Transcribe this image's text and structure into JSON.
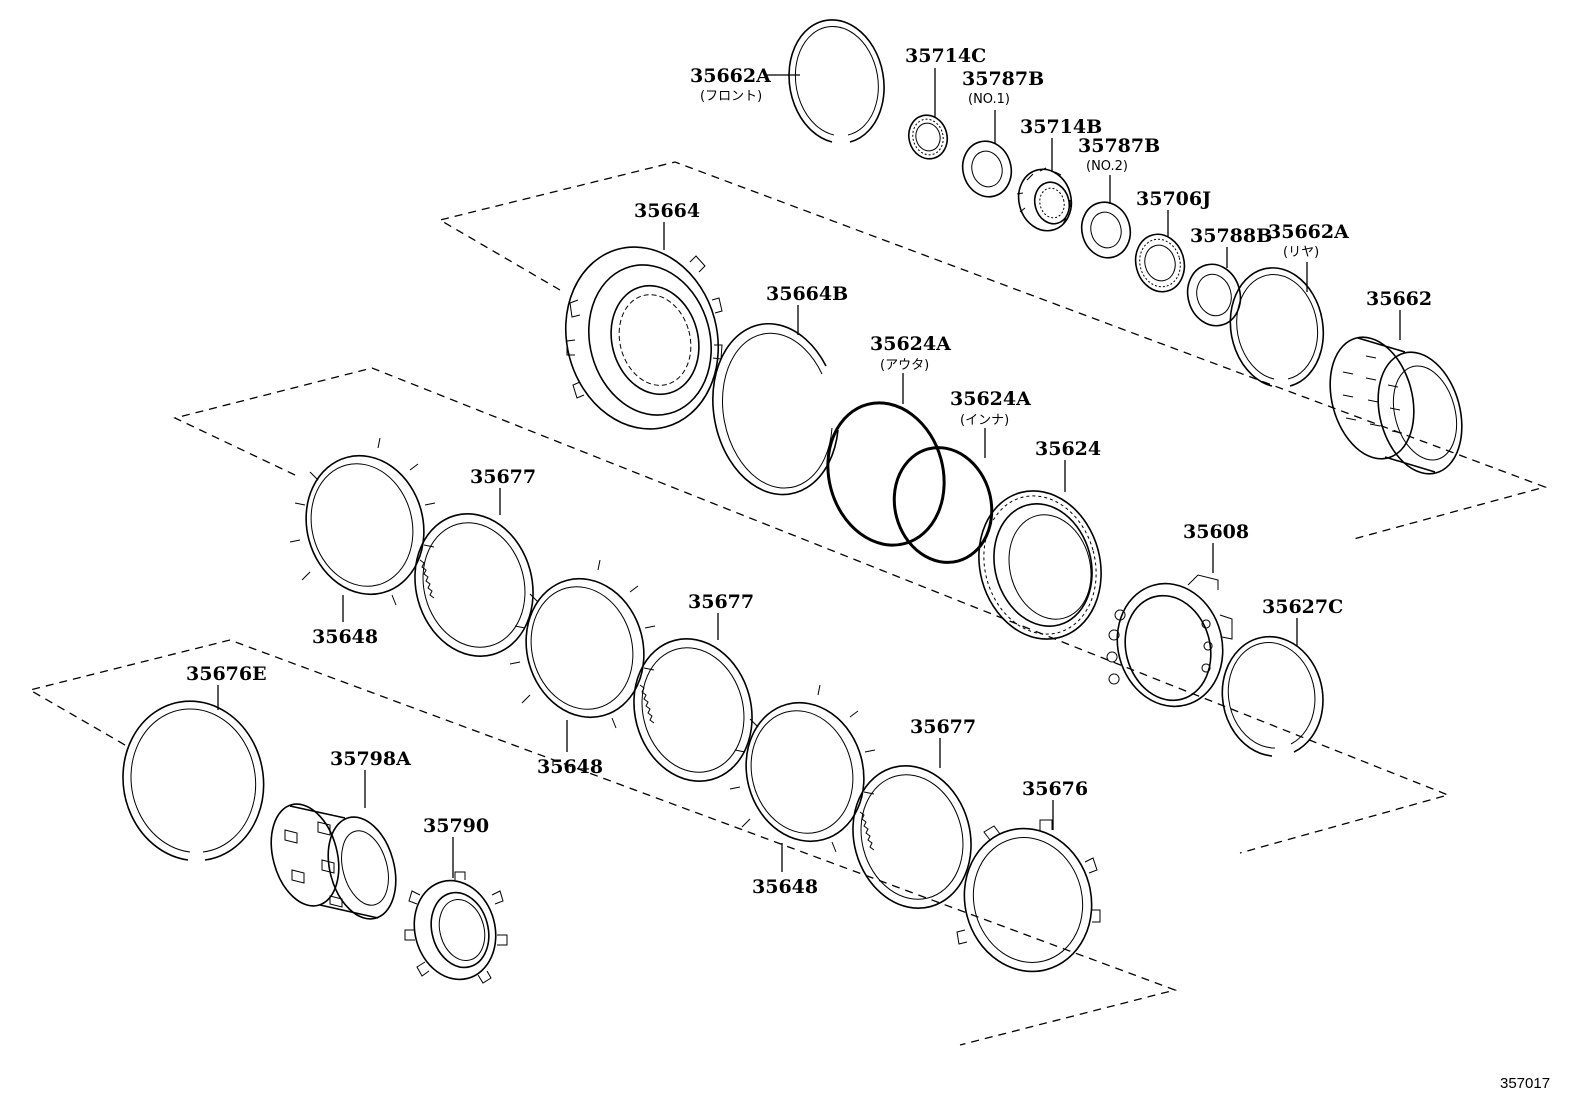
{
  "figure_number": "357017",
  "callouts": [
    {
      "id": "35662A-front",
      "number": "35662A",
      "sub": "(フロント)"
    },
    {
      "id": "35714C",
      "number": "35714C",
      "sub": ""
    },
    {
      "id": "35787B-no1",
      "number": "35787B",
      "sub": "(NO.1)"
    },
    {
      "id": "35714B",
      "number": "35714B",
      "sub": ""
    },
    {
      "id": "35787B-no2",
      "number": "35787B",
      "sub": "(NO.2)"
    },
    {
      "id": "35706J",
      "number": "35706J",
      "sub": ""
    },
    {
      "id": "35788B",
      "number": "35788B",
      "sub": ""
    },
    {
      "id": "35662A-rear",
      "number": "35662A",
      "sub": "(リヤ)"
    },
    {
      "id": "35664",
      "number": "35664",
      "sub": ""
    },
    {
      "id": "35664B",
      "number": "35664B",
      "sub": ""
    },
    {
      "id": "35624A-outer",
      "number": "35624A",
      "sub": "(アウタ)"
    },
    {
      "id": "35624A-inner",
      "number": "35624A",
      "sub": "(インナ)"
    },
    {
      "id": "35662",
      "number": "35662",
      "sub": ""
    },
    {
      "id": "35624",
      "number": "35624",
      "sub": ""
    },
    {
      "id": "35677-a",
      "number": "35677",
      "sub": ""
    },
    {
      "id": "35648-a",
      "number": "35648",
      "sub": ""
    },
    {
      "id": "35608",
      "number": "35608",
      "sub": ""
    },
    {
      "id": "35677-b",
      "number": "35677",
      "sub": ""
    },
    {
      "id": "35627C",
      "number": "35627C",
      "sub": ""
    },
    {
      "id": "35676E",
      "number": "35676E",
      "sub": ""
    },
    {
      "id": "35648-b",
      "number": "35648",
      "sub": ""
    },
    {
      "id": "35798A",
      "number": "35798A",
      "sub": ""
    },
    {
      "id": "35677-c",
      "number": "35677",
      "sub": ""
    },
    {
      "id": "35790",
      "number": "35790",
      "sub": ""
    },
    {
      "id": "35676",
      "number": "35676",
      "sub": ""
    },
    {
      "id": "35648-c",
      "number": "35648",
      "sub": ""
    }
  ]
}
